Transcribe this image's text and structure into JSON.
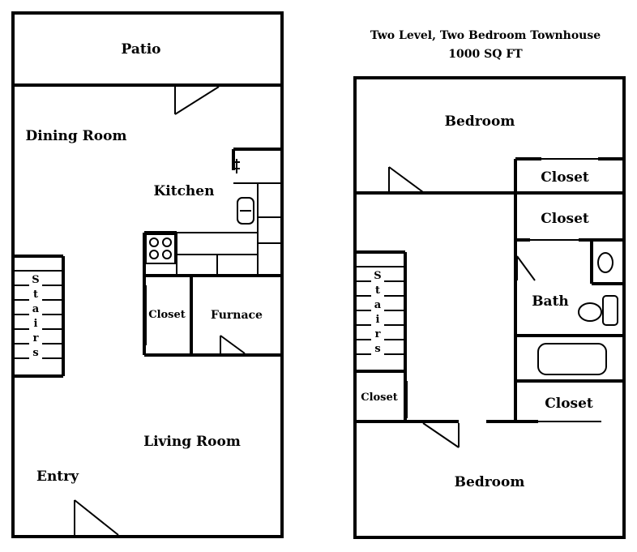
{
  "header": {
    "title": "Two Level, Two Bedroom Townhouse",
    "area": "1000 SQ FT"
  },
  "first_floor": {
    "patio": "Patio",
    "dining_room": "Dining Room",
    "kitchen": "Kitchen",
    "closet": "Closet",
    "furnace": "Furnace",
    "living_room": "Living Room",
    "entry": "Entry",
    "stairs_letters": [
      "S",
      "t",
      "a",
      "i",
      "r",
      "s"
    ]
  },
  "second_floor": {
    "bedroom_top": "Bedroom",
    "closet_1": "Closet",
    "closet_2": "Closet",
    "bath": "Bath",
    "closet_3": "Closet",
    "closet_small": "Closet",
    "bedroom_bottom": "Bedroom",
    "stairs_letters": [
      "S",
      "t",
      "a",
      "i",
      "r",
      "s"
    ]
  }
}
